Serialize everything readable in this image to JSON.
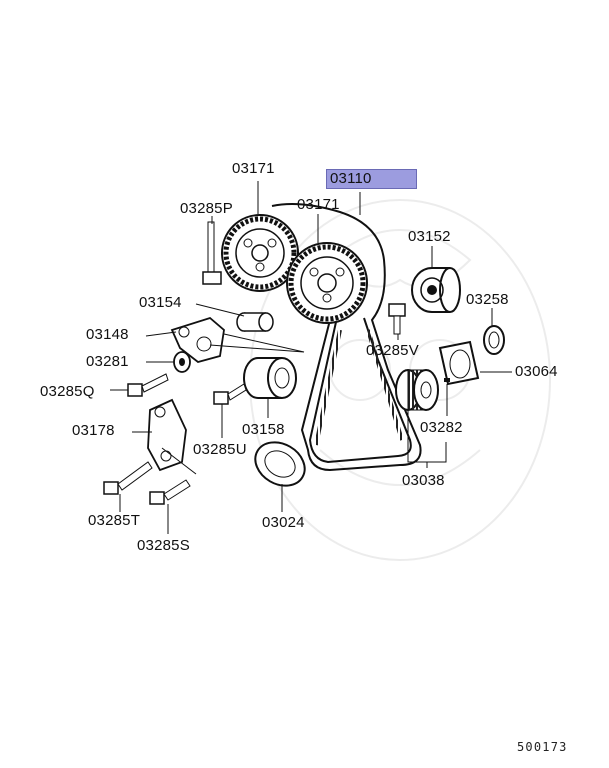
{
  "labels": {
    "p03110": "03110",
    "p03171_a": "03171",
    "p03171_b": "03171",
    "p03285P": "03285P",
    "p03152": "03152",
    "p03154": "03154",
    "p03258": "03258",
    "p03148": "03148",
    "p03285V": "03285V",
    "p03281": "03281",
    "p03064": "03064",
    "p03285Q": "03285Q",
    "p03178": "03178",
    "p03158": "03158",
    "p03282": "03282",
    "p03285U": "03285U",
    "p03038": "03038",
    "p03285T": "03285T",
    "p03024": "03024",
    "p03285S": "03285S"
  },
  "diagram_id": "500173",
  "highlight_color": "#9c9cdf"
}
